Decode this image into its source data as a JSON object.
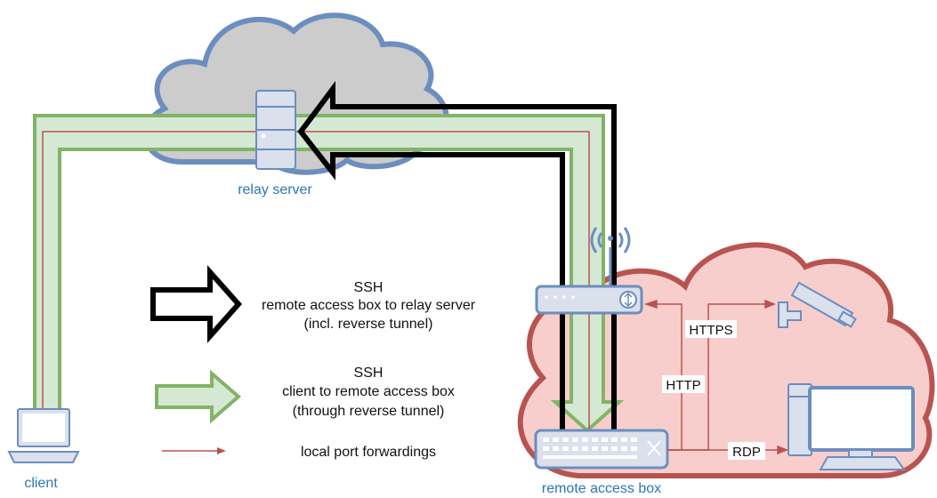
{
  "nodes": {
    "relay_server": {
      "label": "relay server"
    },
    "client": {
      "label": "client"
    },
    "remote_access_box": {
      "label": "remote access box"
    }
  },
  "legend": [
    {
      "id": "ssh-black",
      "lines": [
        "SSH",
        "remote access box to relay server",
        "(incl. reverse tunnel)"
      ]
    },
    {
      "id": "ssh-green",
      "lines": [
        "SSH",
        "client to remote access box",
        "(through reverse tunnel)"
      ]
    },
    {
      "id": "port-forward",
      "lines": [
        "local port forwardings"
      ]
    }
  ],
  "edge_labels": {
    "https": "HTTPS",
    "http": "HTTP",
    "rdp": "RDP"
  },
  "colors": {
    "relay_cloud_fill": "#cccccc",
    "relay_cloud_stroke": "#6c8ebf",
    "remote_cloud_fill": "#f8cecc",
    "remote_cloud_stroke": "#b85450",
    "green_tunnel_fill": "#d5e8d4",
    "green_tunnel_stroke": "#82b366",
    "forward_line": "#b85450",
    "device_fill": "#dae0ec",
    "device_stroke": "#6c8ebf",
    "label_blue": "#2e75b6"
  }
}
